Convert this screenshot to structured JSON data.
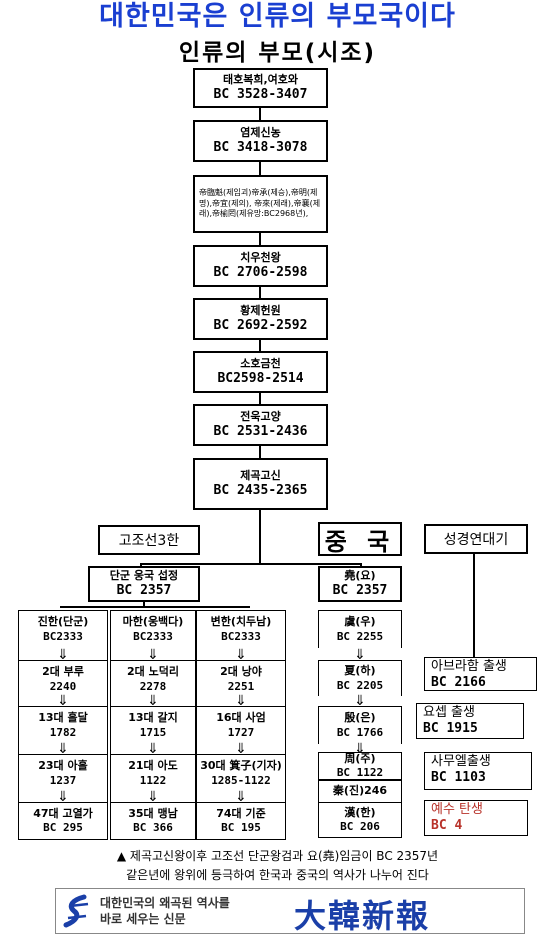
{
  "title": "대한민국은 인류의 부모국이다",
  "subtitle": "인류의 부모(시조)",
  "main_chain": [
    {
      "name": "태호복희,여호와",
      "years": "BC 3528-3407"
    },
    {
      "name": "염제신농",
      "years": "BC 3418-3078"
    },
    {
      "name": "帝臨魁(제임괴)帝承(제승),帝明(제명),帝宜(제의), 帝來(제래),帝襄(제래),帝榆罔(제유망:BC2968년),",
      "years": ""
    },
    {
      "name": "치우천왕",
      "years": "BC 2706-2598"
    },
    {
      "name": "황제헌원",
      "years": "BC 2692-2592"
    },
    {
      "name": "소호금천",
      "years": "BC2598-2514"
    },
    {
      "name": "전욱고양",
      "years": "BC 2531-2436"
    },
    {
      "name": "제곡고신",
      "years": "BC 2435-2365"
    }
  ],
  "branches": {
    "gojoseon": "고조선3한",
    "china": "중 국",
    "bible": "성경연대기"
  },
  "dangun": {
    "name": "단군 웅국 섭정",
    "years": "BC 2357"
  },
  "yao": {
    "name": "堯(요)",
    "years": "BC 2357"
  },
  "han_columns": [
    [
      {
        "name": "진한(단군)",
        "years": "BC2333"
      },
      {
        "name": "2대 부루",
        "years": "2240"
      },
      {
        "name": "13대 흘달",
        "years": "1782"
      },
      {
        "name": "23대 아홀",
        "years": "1237"
      },
      {
        "name": "47대 고열가",
        "years": "BC 295"
      }
    ],
    [
      {
        "name": "마한(웅백다)",
        "years": "BC2333"
      },
      {
        "name": "2대 노덕리",
        "years": "2278"
      },
      {
        "name": "13대 갈지",
        "years": "1715"
      },
      {
        "name": "21대 아도",
        "years": "1122"
      },
      {
        "name": "35대 맹남",
        "years": "BC 366"
      }
    ],
    [
      {
        "name": "변한(치두남)",
        "years": "BC2333"
      },
      {
        "name": "2대 낭야",
        "years": "2251"
      },
      {
        "name": "16대 사엄",
        "years": "1727"
      },
      {
        "name": "30대 箕子(기자)",
        "years": "1285-1122"
      },
      {
        "name": "74대 기준",
        "years": "BC 195"
      }
    ]
  ],
  "china_column": [
    {
      "name": "虞(우)",
      "years": "BC 2255"
    },
    {
      "name": "夏(하)",
      "years": "BC 2205"
    },
    {
      "name": "殷(은)",
      "years": "BC 1766"
    },
    {
      "name": "周(주)",
      "years": "BC 1122"
    },
    {
      "name": "秦(진)246",
      "years": ""
    },
    {
      "name": "漢(한)",
      "years": "BC 206"
    }
  ],
  "bible_events": [
    {
      "name": "아브라함 출생",
      "years": "BC  2166"
    },
    {
      "name": "요셉 출생",
      "years": "BC 1915"
    },
    {
      "name": "사무엘출생",
      "years": "BC 1103"
    },
    {
      "name": "예수 탄생",
      "years": "BC 4"
    }
  ],
  "arrow": "⇓",
  "footnote_line1": "▲ 제곡고신왕이후 고조선 단군왕검과 요(堯)임금이 BC 2357년",
  "footnote_line2": "같은년에 왕위에 등극하여 한국과 중국의 역사가 나누어 진다",
  "banner": {
    "slogan_line1": "대한민국의 왜곡된 역사를",
    "slogan_line2": "바로 세우는 신문",
    "paper_name": "大韓新報"
  },
  "colors": {
    "title": "#1a3fd1",
    "jesus": "#b8322a",
    "paper": "#1a3fa8"
  }
}
